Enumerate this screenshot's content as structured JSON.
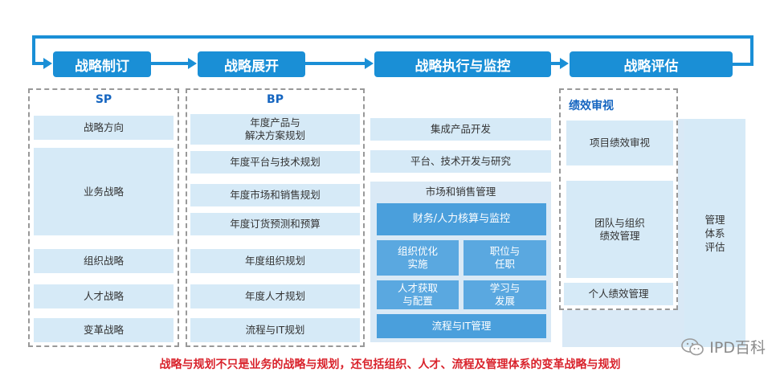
{
  "stages": [
    "战略制订",
    "战略展开",
    "战略执行与监控",
    "战略评估"
  ],
  "sp": {
    "title": "SP",
    "items": [
      "战略方向",
      "业务战略",
      "组织战略",
      "人才战略",
      "变革战略"
    ]
  },
  "bp": {
    "title": "BP",
    "items": [
      "年度产品与\n解决方案规划",
      "年度平台与技术规划",
      "年度市场和销售规划",
      "年度订货预测和预算",
      "年度组织规划",
      "年度人才规划",
      "流程与IT规划"
    ]
  },
  "execution": {
    "top_items": [
      "集成产品开发",
      "平台、技术开发与研究"
    ],
    "panel_title": "市场和销售管理",
    "finance": "财务/人力核算与监控",
    "grid": [
      "组织优化\n实施",
      "职位与\n任职",
      "人才获取\n与配置",
      "学习与\n发展"
    ],
    "process_it": "流程与IT管理"
  },
  "evaluation": {
    "title": "绩效审视",
    "items": [
      "项目绩效审视",
      "团队与组织\n绩效管理",
      "个人绩效管理"
    ],
    "side": "管理\n体系\n评估"
  },
  "footer": "战略与规划不只是业务的战略与规划，还包括组织、人才、流程及管理体系的变革战略与规划",
  "watermark": "IPD百科",
  "colors": {
    "accent": "#1a8fd6",
    "cell": "#d6eaf7",
    "footer": "#d9232c"
  }
}
